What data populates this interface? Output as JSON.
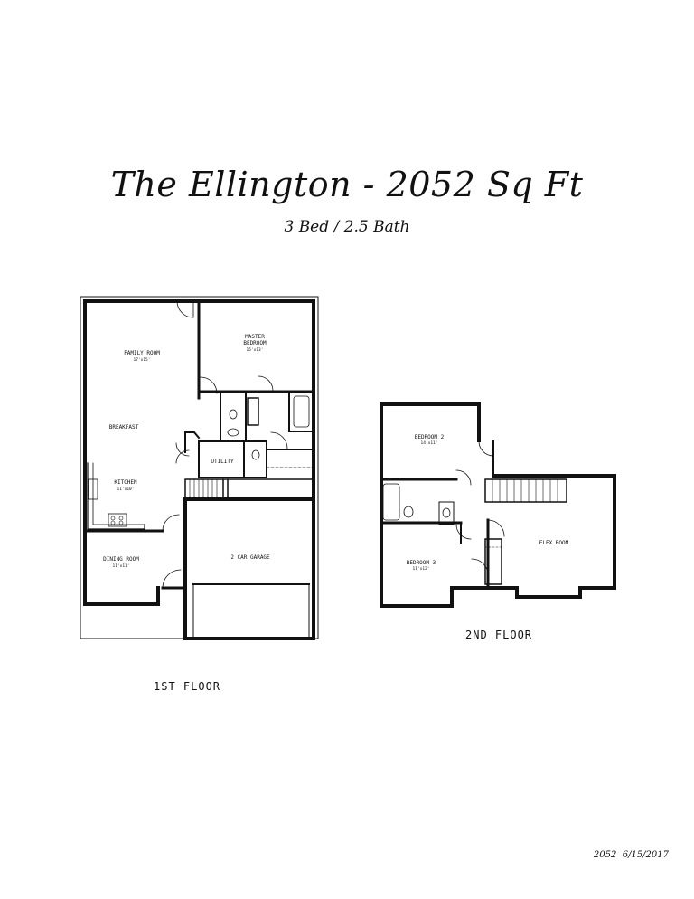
{
  "header": {
    "title": "The Ellington - 2052 Sq Ft",
    "subtitle": "3 Bed / 2.5 Bath"
  },
  "first_floor": {
    "label": "1ST FLOOR",
    "rooms": {
      "family_room": {
        "name": "FAMILY ROOM",
        "dim": "17'x15'"
      },
      "master_bedroom": {
        "name_line1": "MASTER",
        "name_line2": "BEDROOM",
        "dim": "15'x13'"
      },
      "breakfast": {
        "name": "BREAKFAST"
      },
      "utility": {
        "name": "UTILITY"
      },
      "kitchen": {
        "name": "KITCHEN",
        "dim": "11'x10'"
      },
      "dining_room": {
        "name": "DINING ROOM",
        "dim": "11'x11'"
      },
      "garage": {
        "name": "2 CAR GARAGE"
      }
    }
  },
  "second_floor": {
    "label": "2ND FLOOR",
    "rooms": {
      "bedroom_2": {
        "name": "BEDROOM 2",
        "dim": "14'x11'"
      },
      "bedroom_3": {
        "name": "BEDROOM 3",
        "dim": "11'x12'"
      },
      "flex_room": {
        "name": "FLEX ROOM"
      }
    }
  },
  "footer": {
    "code": "2052",
    "date": "6/15/2017"
  }
}
